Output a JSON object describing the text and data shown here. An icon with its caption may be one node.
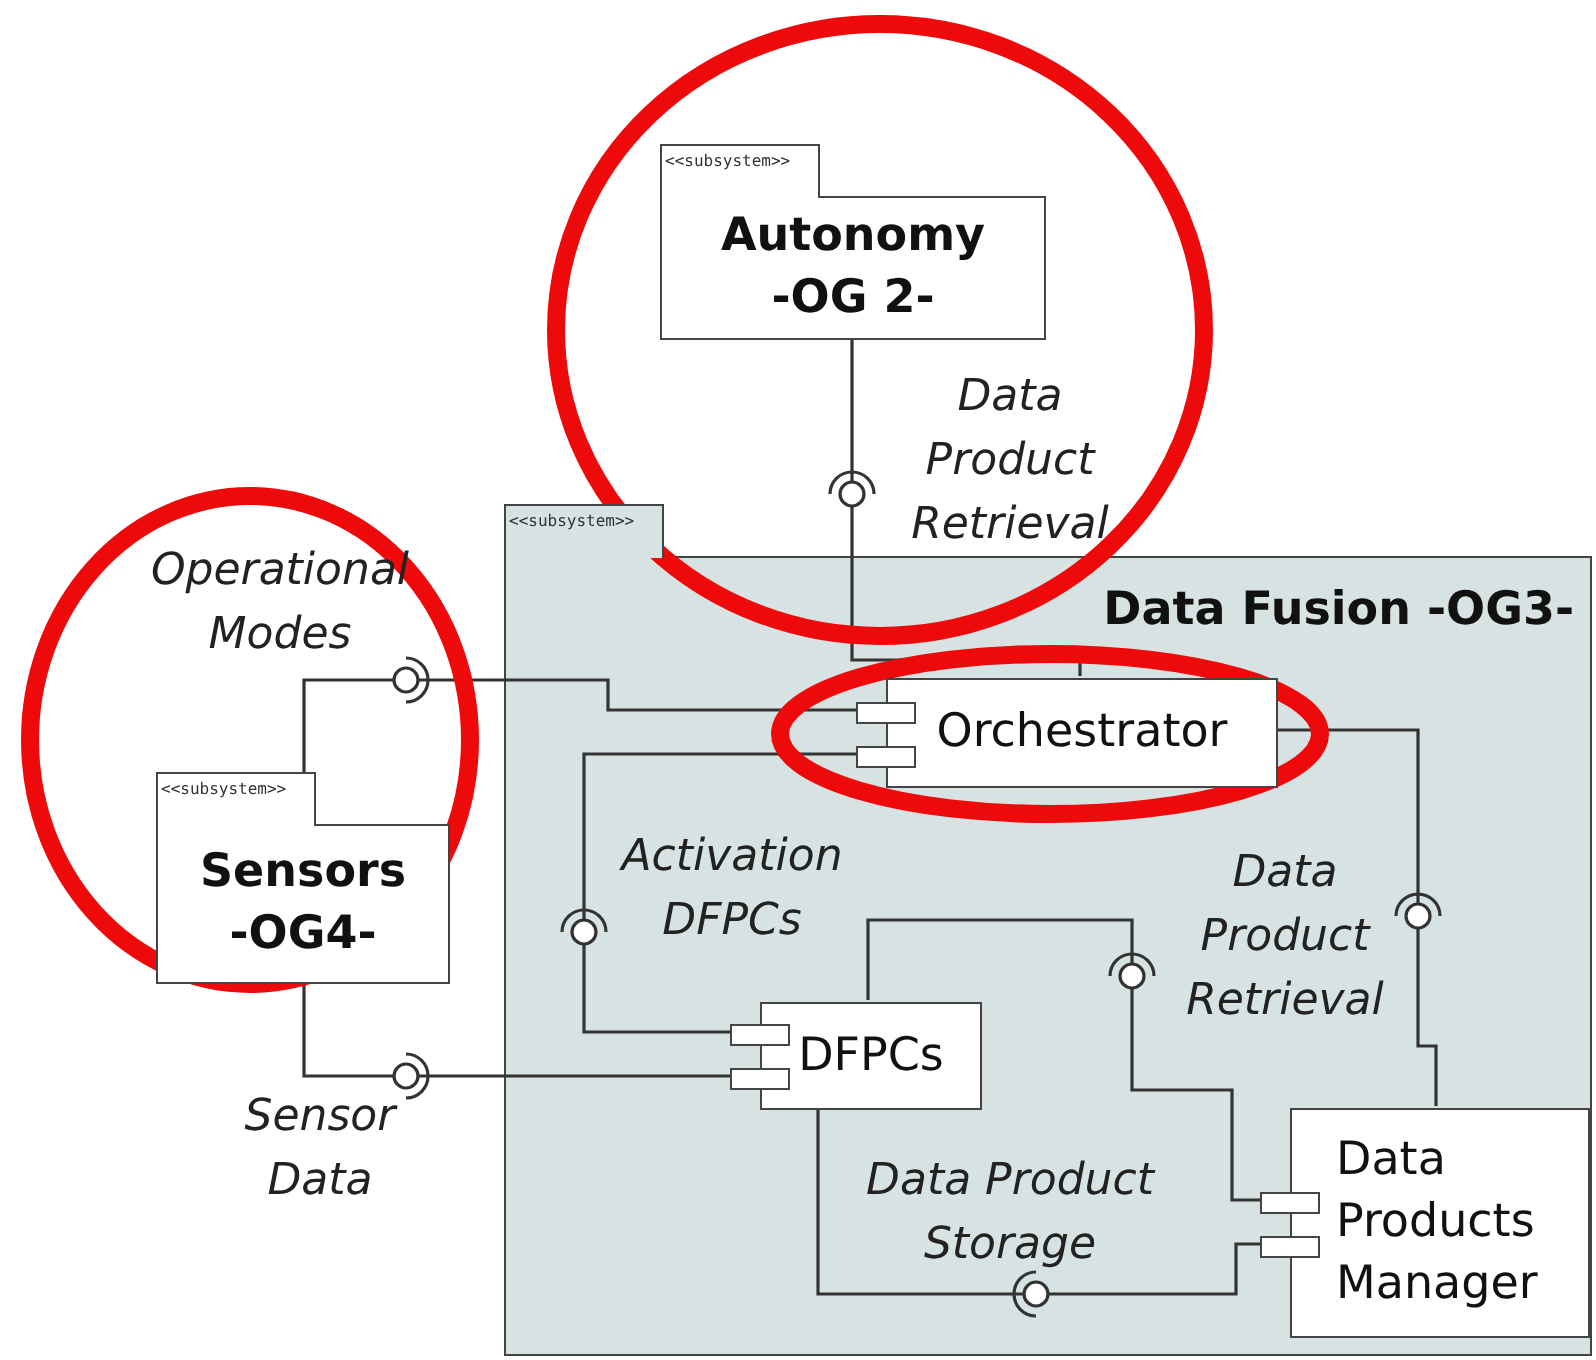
{
  "diagram": {
    "nodes": [
      {
        "text": [
          "<<subsystem>>",
          "Autonomy -OG 2-"
        ]
      },
      {
        "text": [
          "<<subsystem>>",
          "Data Fusion -OG3-"
        ]
      },
      {
        "text": [
          "Orchestrator"
        ],
        "in": 1
      },
      {
        "text": [
          "<<subsystem>>",
          "Sensors -OG4-"
        ]
      },
      {
        "text": [
          "DFPCs"
        ],
        "in": 1
      },
      {
        "text": [
          "Data Products Manager"
        ],
        "in": 1
      }
    ],
    "edges": [
      {
        "from": 0,
        "to": 2,
        "arrow": "none",
        "label": "Data Product Retrieval"
      },
      {
        "from": 3,
        "to": 2,
        "arrow": "none",
        "label": "Operational Modes"
      },
      {
        "from": 2,
        "to": 4,
        "arrow": "none",
        "label": "Activation DFPCs"
      },
      {
        "from": 3,
        "to": 4,
        "arrow": "none",
        "label": "Sensor Data"
      },
      {
        "from": 4,
        "to": 5,
        "arrow": "none"
      },
      {
        "from": 2,
        "to": 5,
        "arrow": "none",
        "label": "Data Product Retrieval"
      },
      {
        "from": 4,
        "to": 5,
        "arrow": "none",
        "label": "Data Product Storage"
      }
    ]
  }
}
